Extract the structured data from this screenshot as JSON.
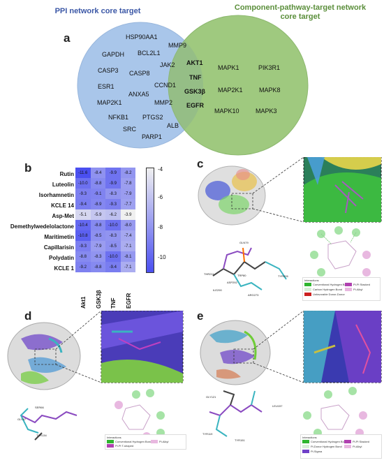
{
  "panels": {
    "a": "a",
    "b": "b",
    "c": "c",
    "d": "d",
    "e": "e"
  },
  "venn": {
    "left_title": "PPI network core target",
    "right_title": "Component-pathway-target network core target",
    "left_color": "#a9c6ea",
    "right_color": "#9fc97f",
    "left_genes": [
      "HSP90AA1",
      "MMP9",
      "GAPDH",
      "BCL2L1",
      "JAK2",
      "CASP3",
      "CASP8",
      "ESR1",
      "CCND1",
      "ANXA5",
      "MAP2K1",
      "MMP2",
      "NFKB1",
      "PTGS2",
      "SRC",
      "ALB",
      "PARP1"
    ],
    "overlap_genes": [
      "AKT1",
      "TNF",
      "GSK3β",
      "EGFR"
    ],
    "right_genes": [
      "MAPK1",
      "PIK3R1",
      "MAP2K1",
      "MAPK8",
      "MAPK10",
      "MAPK3"
    ]
  },
  "heatmap": {
    "rows": [
      "Rutin",
      "Luteolin",
      "Isorhamnetin",
      "KCLE 14",
      "Asp-Met",
      "Demethylwedelolactone",
      "Maritimetin",
      "Capillarisin",
      "Polydatin",
      "KCLE 1"
    ],
    "cols": [
      "Akt1",
      "GSK3β",
      "TNF",
      "EGFR"
    ],
    "values": [
      [
        -11.6,
        -8.4,
        -9.9,
        -8.2
      ],
      [
        -10.0,
        -8.8,
        -9.9,
        -7.8
      ],
      [
        -9.3,
        -9.1,
        -8.3,
        -7.9
      ],
      [
        -9.4,
        -8.9,
        -9.3,
        -7.7
      ],
      [
        -5.1,
        -5.9,
        -6.2,
        -3.9
      ],
      [
        -10.4,
        -8.8,
        -10.0,
        -8.0
      ],
      [
        -10.8,
        -8.5,
        -8.3,
        -7.4
      ],
      [
        -9.3,
        -7.9,
        -8.5,
        -7.1
      ],
      [
        -8.8,
        -8.3,
        -10.0,
        -8.1
      ],
      [
        -9.2,
        -8.8,
        -9.4,
        -7.1
      ]
    ],
    "colorbar_ticks": [
      "-4",
      "-6",
      "-8",
      "-10"
    ],
    "color_low": "#4a4ff0",
    "color_high": "#f0f0f0"
  },
  "panel_c": {
    "residues": [
      "GLN79",
      "THR211",
      "ASP292",
      "TRP80",
      "ILE290",
      "ARG273",
      "TYR326"
    ],
    "legend_title": "Interactions",
    "legend": [
      "Conventional Hydrogen Bond",
      "Carbon Hydrogen Bond",
      "Unfavorable Donor-Donor",
      "Pi-Pi Stacked",
      "Pi-Alkyl"
    ]
  },
  "panel_d": {
    "residues": [
      "SER66",
      "GLY67",
      "TYR134"
    ],
    "legend_title": "Interactions",
    "legend": [
      "Conventional Hydrogen Bond",
      "Pi-Pi T-shaped",
      "Pi-Alkyl"
    ]
  },
  "panel_e": {
    "residues": [
      "GLY121",
      "LEU157",
      "TYR119",
      "TYR151"
    ],
    "legend_title": "Interactions",
    "legend": [
      "Conventional Hydrogen Bond",
      "Pi-Donor Hydrogen Bond",
      "Pi-Sigma",
      "Pi-Pi Stacked",
      "Pi-Alkyl"
    ]
  }
}
